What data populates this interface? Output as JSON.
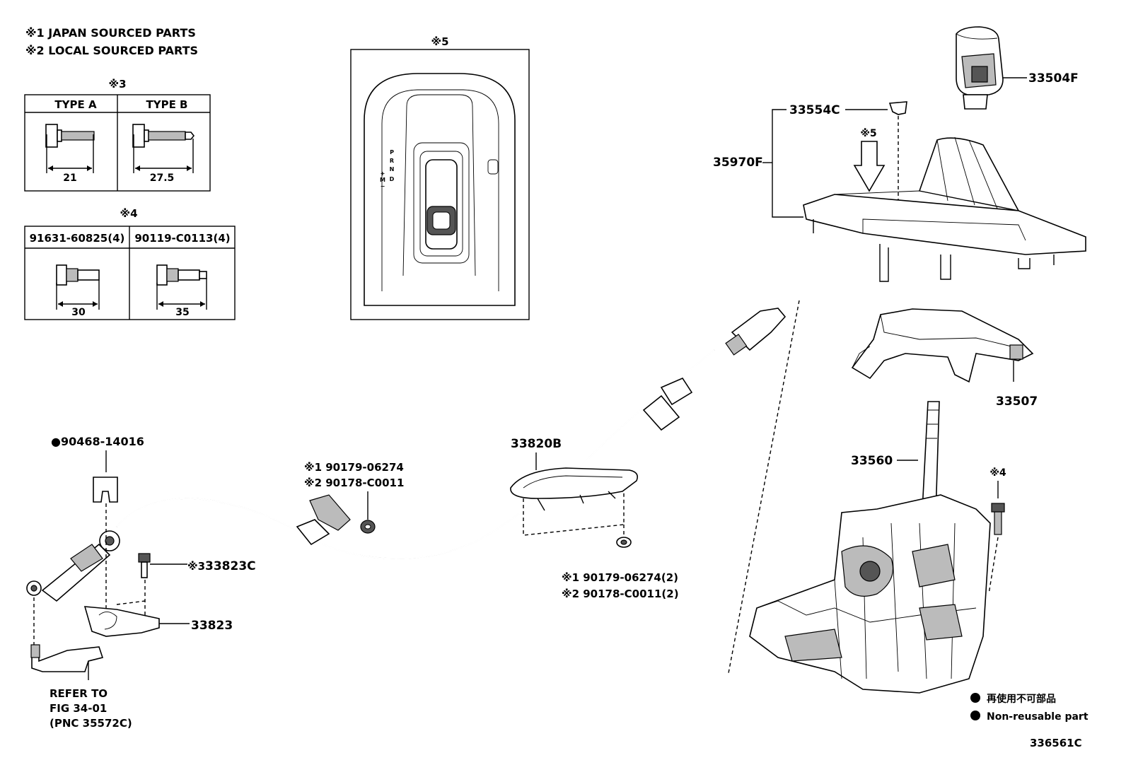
{
  "notes": {
    "note1": "※1 JAPAN SOURCED PARTS",
    "note2": "※2 LOCAL SOURCED PARTS"
  },
  "table3": {
    "ref": "※3",
    "type_a": "TYPE  A",
    "type_b": "TYPE  B",
    "dim_a": "21",
    "dim_b": "27.5"
  },
  "table4": {
    "ref": "※4",
    "part_a": "91631-60825(4)",
    "part_b": "90119-C0113(4)",
    "dim_a": "30",
    "dim_b": "35"
  },
  "detail5": {
    "ref": "※5",
    "gear_letters": [
      "P",
      "R",
      "N",
      "D"
    ],
    "plus": "+",
    "m": "M",
    "minus": "−"
  },
  "labels": {
    "knob": "33504F",
    "clip": "33554C",
    "arrow_ref": "※5",
    "console": "35970F",
    "cover": "33507",
    "lever": "33560",
    "screw_ref": "※4",
    "retainer": "33820B",
    "nut_1": "※1  90179-06274",
    "nut_2": "※2  90178-C0011",
    "nuts_1": "※1  90179-06274(2)",
    "nuts_2": "※2  90178-C0011(2)",
    "clip_left": "●90468-14016",
    "bolt_ref": "※3",
    "bolt": "33823C",
    "bracket": "33823",
    "refer_1": "REFER TO",
    "refer_2": "FIG 34-01",
    "refer_3": "(PNC 35572C)"
  },
  "legend": {
    "jp": "再使用不可部品",
    "en": "Non-reusable part"
  },
  "figure_id": "336561C"
}
